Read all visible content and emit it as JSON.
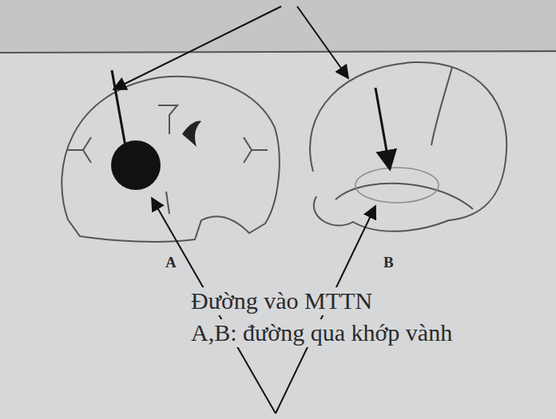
{
  "diagram": {
    "caption": "Đường vào MTTN",
    "labels": [
      "A",
      "B",
      "A,B: đường qua khớp vành"
    ]
  }
}
